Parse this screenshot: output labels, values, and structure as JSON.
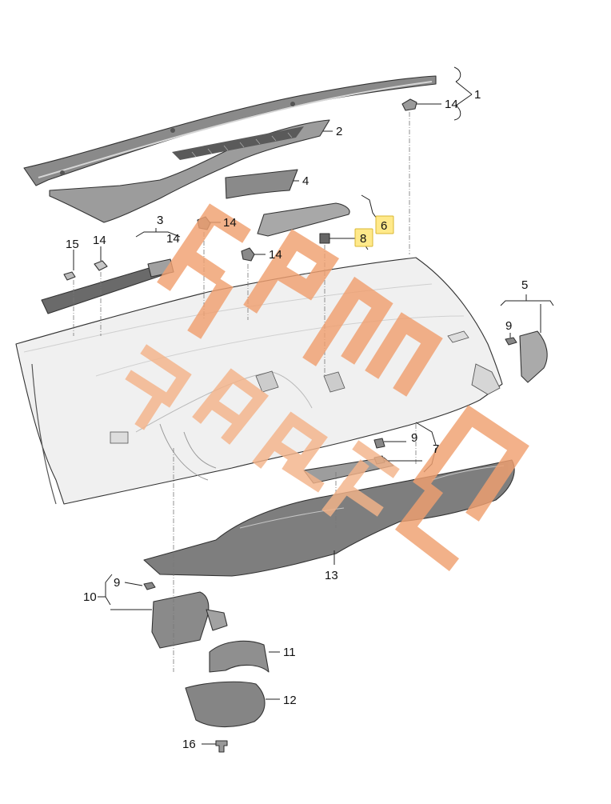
{
  "diagram": {
    "background": "#ffffff",
    "part_fill_dark": "#8a8a8a",
    "part_fill_mid": "#b4b4b4",
    "part_fill_light": "#e2e2e2",
    "highlight_color": "#ffe98a",
    "watermark_color": "#f0a070",
    "callouts": [
      {
        "id": "c1",
        "label": "1"
      },
      {
        "id": "c14a",
        "label": "14"
      },
      {
        "id": "c2",
        "label": "2"
      },
      {
        "id": "c4",
        "label": "4"
      },
      {
        "id": "c3",
        "label": "3"
      },
      {
        "id": "c14b",
        "label": "14"
      },
      {
        "id": "c14c",
        "label": "14"
      },
      {
        "id": "c6",
        "label": "6"
      },
      {
        "id": "c8",
        "label": "8"
      },
      {
        "id": "c15",
        "label": "15"
      },
      {
        "id": "c14d",
        "label": "14"
      },
      {
        "id": "c14e",
        "label": "14"
      },
      {
        "id": "c14f",
        "label": "14"
      },
      {
        "id": "c5",
        "label": "5"
      },
      {
        "id": "c9a",
        "label": "9"
      },
      {
        "id": "c9b",
        "label": "9"
      },
      {
        "id": "c7",
        "label": "7"
      },
      {
        "id": "c13",
        "label": "13"
      },
      {
        "id": "c10",
        "label": "10"
      },
      {
        "id": "c9c",
        "label": "9"
      },
      {
        "id": "c11",
        "label": "11"
      },
      {
        "id": "c12",
        "label": "12"
      },
      {
        "id": "c16",
        "label": "16"
      }
    ]
  }
}
